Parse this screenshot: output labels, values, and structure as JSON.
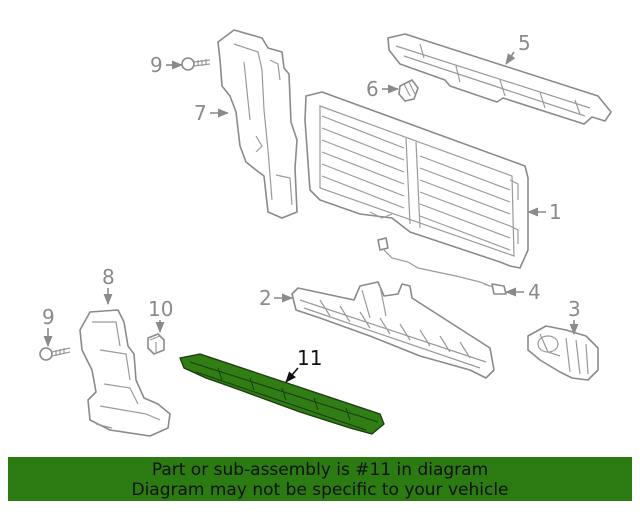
{
  "diagram": {
    "callouts": {
      "c1": "1",
      "c2": "2",
      "c3": "3",
      "c4": "4",
      "c5": "5",
      "c6": "6",
      "c7": "7",
      "c8": "8",
      "c9a": "9",
      "c9b": "9",
      "c10": "10",
      "c11": "11"
    },
    "highlighted_part": "11",
    "colors": {
      "highlight": "#2f7d14",
      "line": "#8a8a8a",
      "banner": "#2c7a12"
    }
  },
  "banner": {
    "line1": "Part or sub-assembly is #11 in diagram",
    "line2": "Diagram may not be specific to your vehicle"
  }
}
